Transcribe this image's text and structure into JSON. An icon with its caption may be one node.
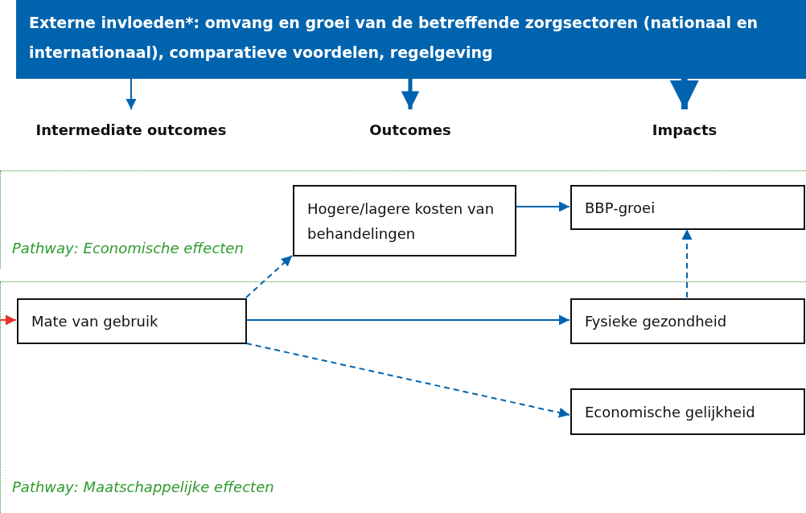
{
  "diagram": {
    "nodes": [
      {
        "text": [
          "Externe invloeden*: omvang en groei van de betreffende zorgsectoren (nationaal en internationaal), comparatieve voordelen, regelgeving"
        ]
      },
      {
        "text": [
          "Intermediate outcomes"
        ]
      },
      {
        "text": [
          "Outcomes"
        ]
      },
      {
        "text": [
          "Impacts"
        ]
      },
      {
        "text": [
          "Pathway: Economische effecten"
        ]
      },
      {
        "text": [
          "Hogere/lagere kosten van behandelingen"
        ],
        "in": 4
      },
      {
        "text": [
          "BBP-groei"
        ],
        "in": 4
      },
      {
        "text": [
          "Pathway: Maatschappelijke effecten"
        ]
      },
      {
        "text": [
          "Mate van gebruik"
        ],
        "in": 7
      },
      {
        "text": [
          "Fysieke gezondheid"
        ],
        "in": 7
      },
      {
        "text": [
          "Economische gelijkheid"
        ],
        "in": 7
      }
    ],
    "edges": [
      {
        "from": 0,
        "to": 1,
        "arrow": "to"
      },
      {
        "from": 0,
        "to": 2,
        "arrow": "to",
        "style": "thick"
      },
      {
        "from": 0,
        "to": 3,
        "arrow": "to",
        "style": "thick"
      },
      {
        "from": 8,
        "to": 5,
        "arrow": "to",
        "style": "dashed"
      },
      {
        "from": 5,
        "to": 6,
        "arrow": "to"
      },
      {
        "from": 8,
        "to": 9,
        "arrow": "to"
      },
      {
        "from": 9,
        "to": 6,
        "arrow": "to",
        "style": "dashed"
      },
      {
        "from": 8,
        "to": 10,
        "arrow": "to",
        "style": "dashed"
      },
      {
        "from": null,
        "to": 8,
        "arrow": "to",
        "color": "#e8322a"
      }
    ]
  }
}
